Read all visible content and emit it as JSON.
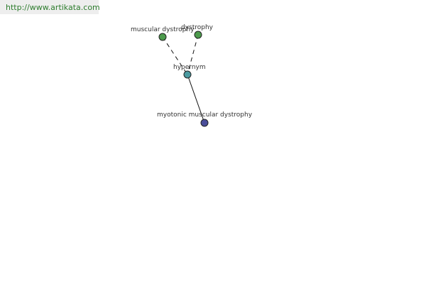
{
  "source": {
    "url_text": "http://www.artikata.com",
    "link_color": "#2e7d2e"
  },
  "graph": {
    "nodes": [
      {
        "id": "muscular-dystrophy",
        "label": "muscular dystrophy",
        "color": "#4c9a4c"
      },
      {
        "id": "dystrophy",
        "label": "dystrophy",
        "color": "#4c9a4c"
      },
      {
        "id": "hypernym",
        "label": "hypernym",
        "color": "#4a9aa0"
      },
      {
        "id": "myotonic-muscular-dystrophy",
        "label": "myotonic muscular dystrophy",
        "color": "#4a4e9a"
      }
    ],
    "edges": [
      {
        "from": "muscular-dystrophy",
        "to": "hypernym",
        "style": "dashed"
      },
      {
        "from": "dystrophy",
        "to": "hypernym",
        "style": "dashed"
      },
      {
        "from": "hypernym",
        "to": "myotonic-muscular-dystrophy",
        "style": "solid"
      }
    ]
  }
}
